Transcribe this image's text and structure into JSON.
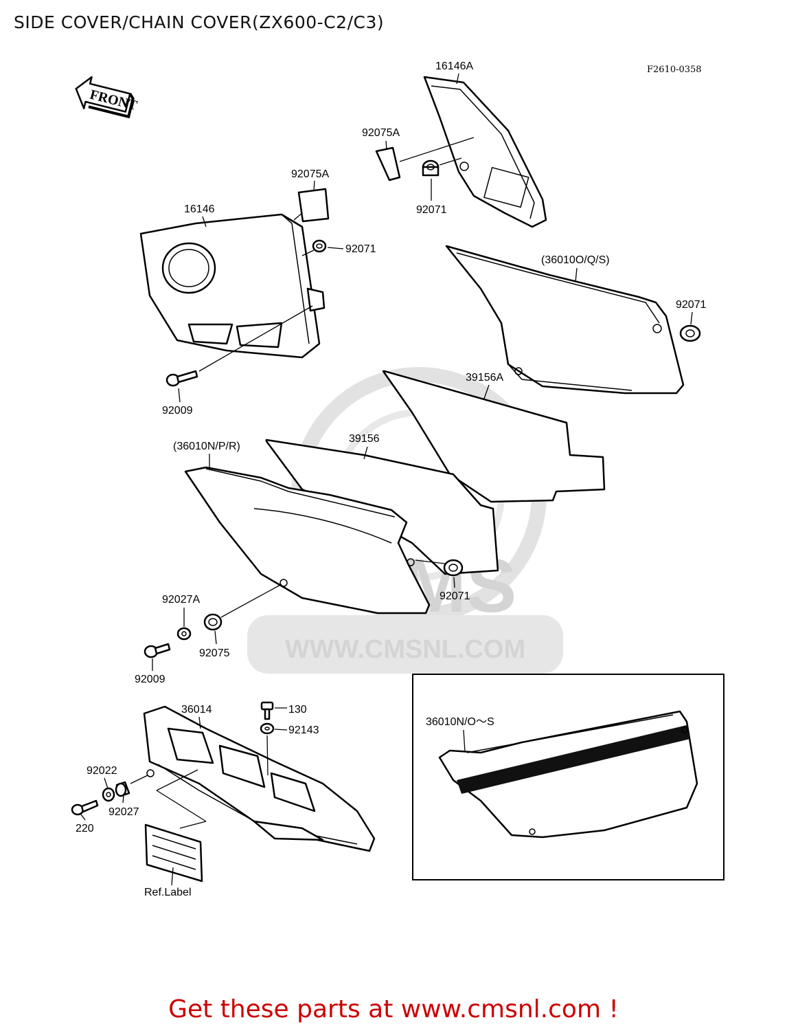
{
  "title": "SIDE COVER/CHAIN COVER(ZX600-C2/C3)",
  "figure_code": "F2610-0358",
  "front_marker": "FRONT",
  "watermark": {
    "brand": "CMS",
    "url": "WWW.CMSNL.COM"
  },
  "footer": {
    "text": "Get these parts at www.cmsnl.com !",
    "color": "#cc0000"
  },
  "labels": {
    "p16146A": "16146A",
    "p92075A_top": "92075A",
    "p92071_top": "92071",
    "p92075A_left": "92075A",
    "p16146": "16146",
    "p92071_left": "92071",
    "p36010OQS": "(36010O/Q/S)",
    "p92071_right": "92071",
    "p92009_top": "92009",
    "p39156A": "39156A",
    "p36010NPR": "(36010N/P/R)",
    "p39156": "39156",
    "p92071_mid": "92071",
    "p92027A": "92027A",
    "p92075": "92075",
    "p92009_bottom": "92009",
    "p36014": "36014",
    "p130": "130",
    "p92143": "92143",
    "p92022": "92022",
    "p92027": "92027",
    "p220": "220",
    "ref_label": "Ref.Label",
    "inset_label": "36010N/O～S"
  }
}
